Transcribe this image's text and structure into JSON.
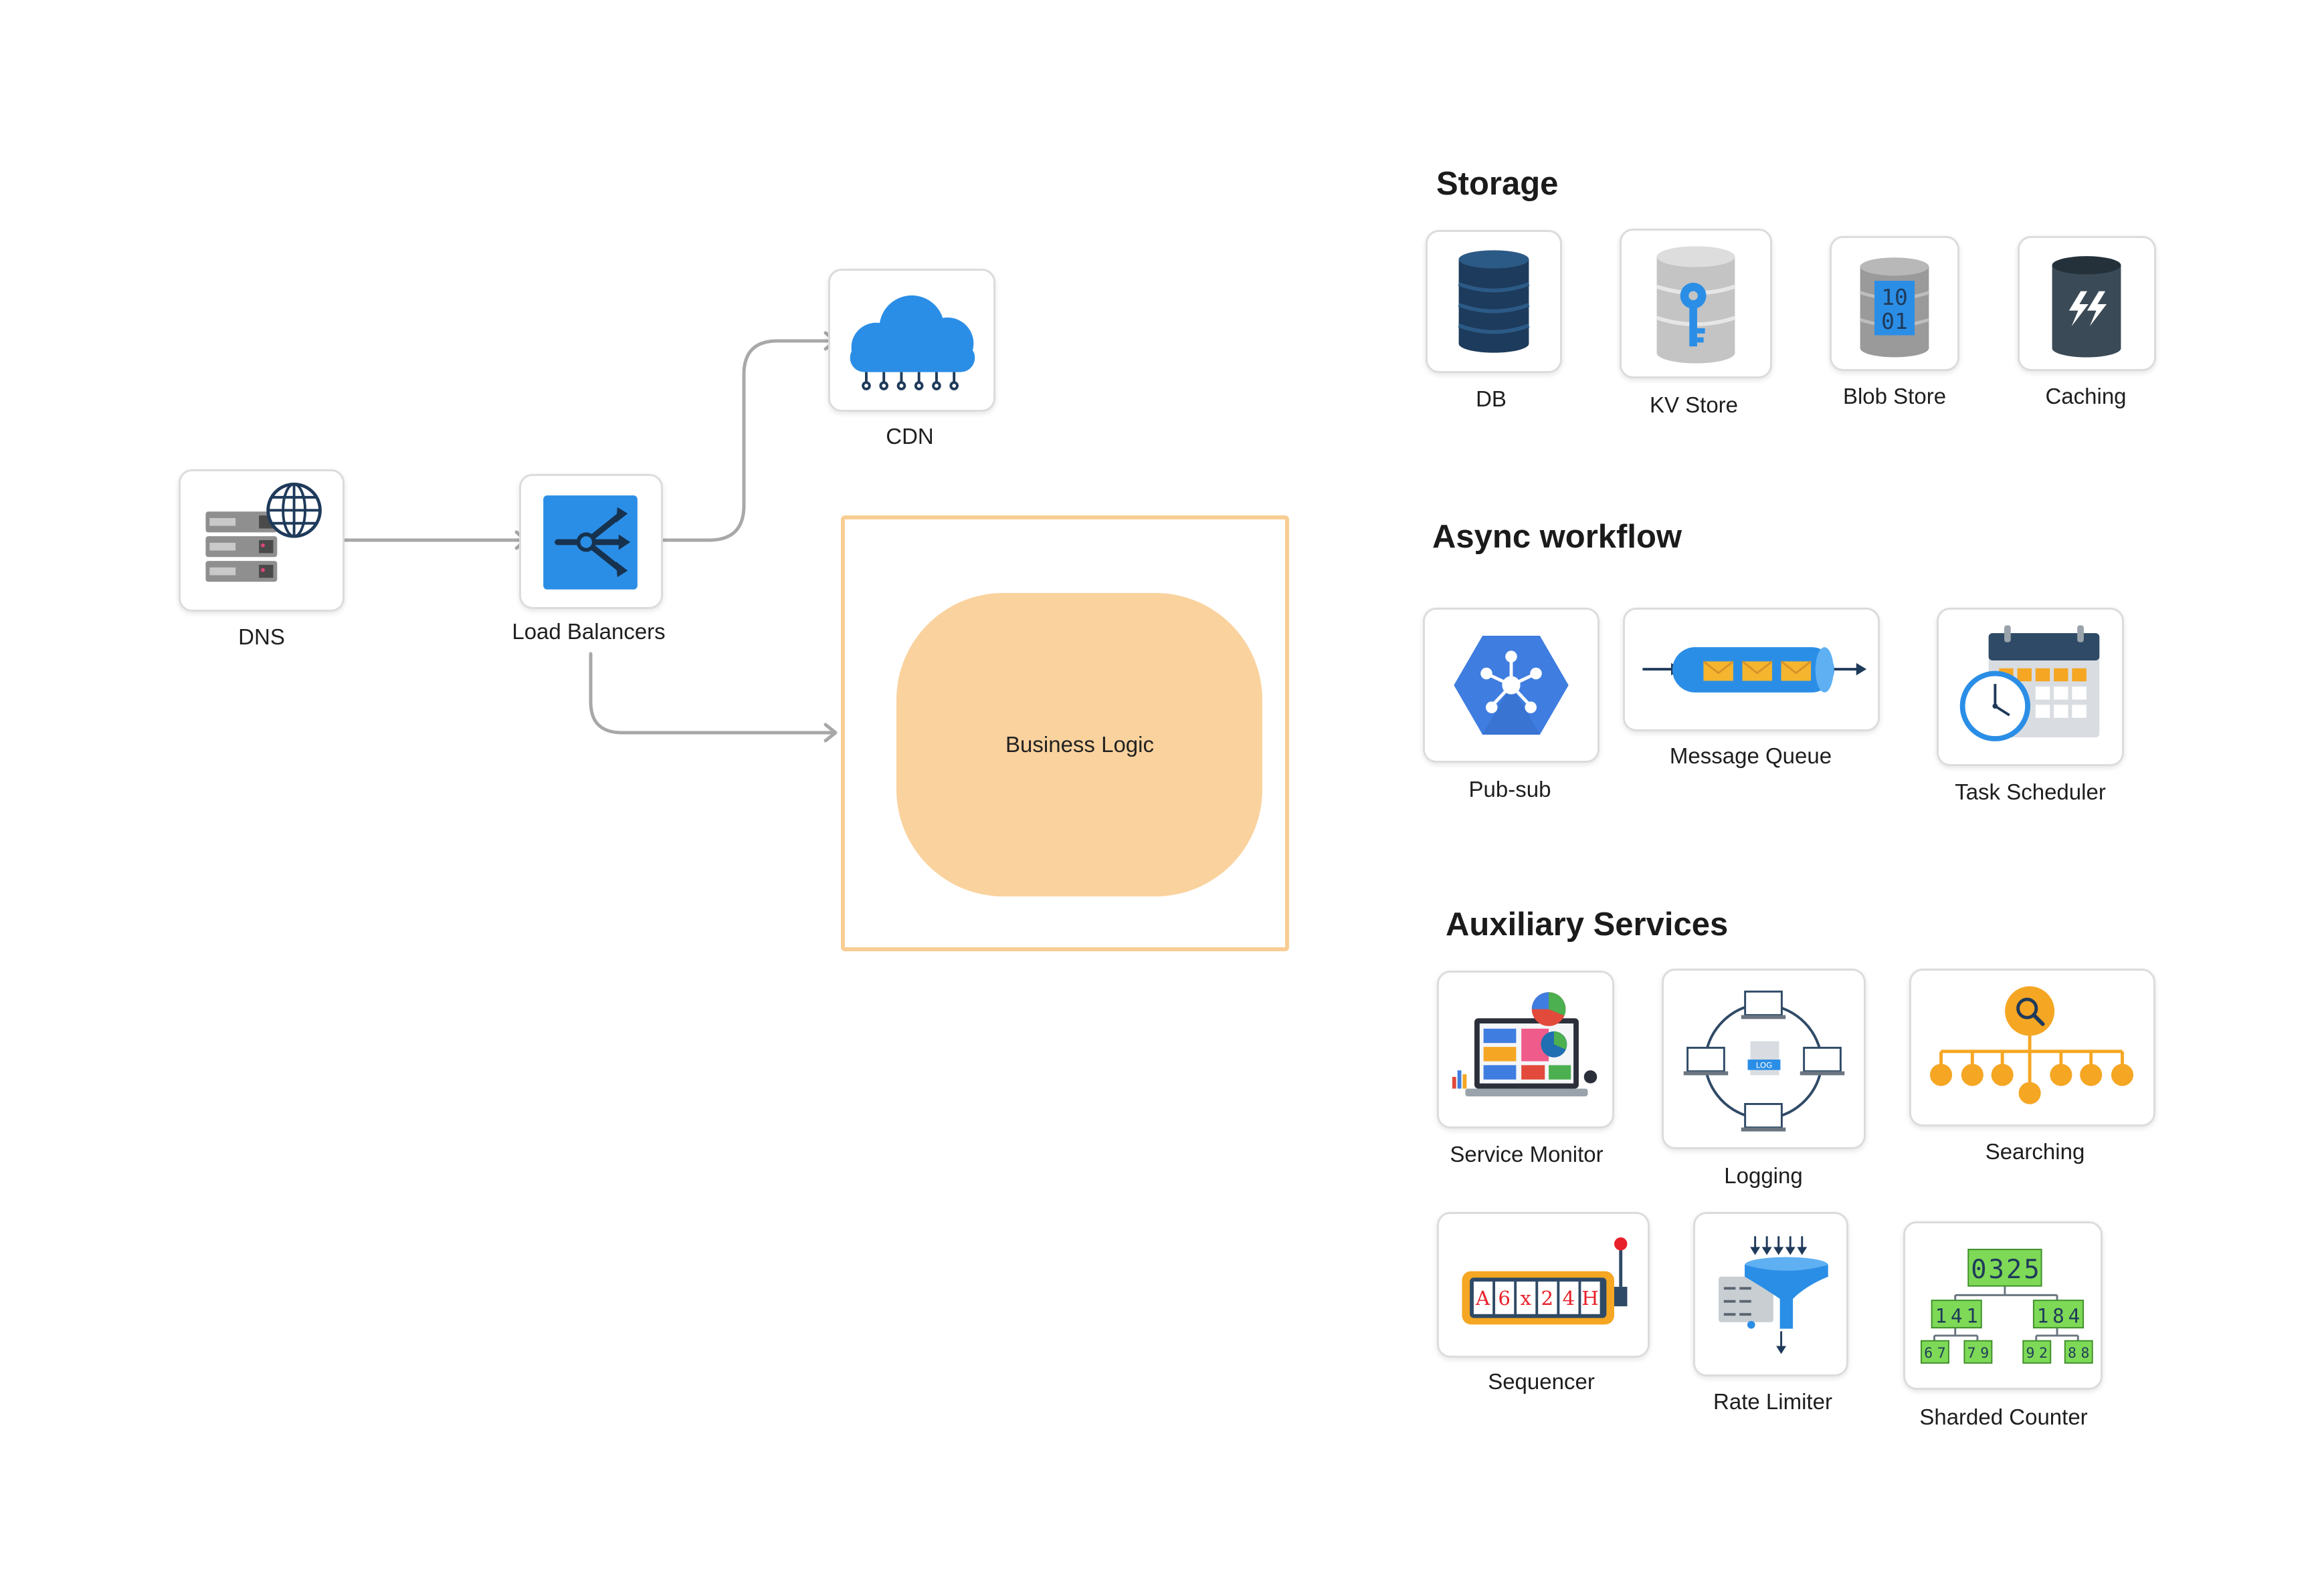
{
  "flow": {
    "dns_label": "DNS",
    "lb_label": "Load Balancers",
    "cdn_label": "CDN",
    "business_logic_label": "Business Logic"
  },
  "storage": {
    "heading": "Storage",
    "items": [
      {
        "label": "DB",
        "icon": "database-icon"
      },
      {
        "label": "KV Store",
        "icon": "kv-store-icon"
      },
      {
        "label": "Blob Store",
        "icon": "blob-store-icon"
      },
      {
        "label": "Caching",
        "icon": "cache-icon"
      }
    ],
    "blob_bits": [
      "10",
      "01"
    ]
  },
  "async": {
    "heading": "Async workflow",
    "items": [
      {
        "label": "Pub-sub",
        "icon": "pubsub-icon"
      },
      {
        "label": "Message Queue",
        "icon": "message-queue-icon"
      },
      {
        "label": "Task Scheduler",
        "icon": "task-scheduler-icon"
      }
    ]
  },
  "aux": {
    "heading": "Auxiliary Services",
    "items": [
      {
        "label": "Service Monitor",
        "icon": "monitor-dashboard-icon"
      },
      {
        "label": "Logging",
        "icon": "logging-icon"
      },
      {
        "label": "Searching",
        "icon": "search-tree-icon"
      },
      {
        "label": "Sequencer",
        "icon": "sequencer-icon"
      },
      {
        "label": "Rate Limiter",
        "icon": "funnel-icon"
      },
      {
        "label": "Sharded Counter",
        "icon": "sharded-counter-icon"
      }
    ],
    "logging_badge": "LOG",
    "sequencer_chars": [
      "A",
      "6",
      "x",
      "2",
      "4",
      "H"
    ],
    "counter_digits": {
      "top": [
        "0",
        "3",
        "2",
        "5"
      ],
      "middle_left": [
        "1",
        "4",
        "1"
      ],
      "middle_right": [
        "1",
        "8",
        "4"
      ],
      "bottom": [
        "6",
        "7",
        "7",
        "9",
        "9",
        "2",
        "8",
        "8"
      ]
    }
  },
  "colors": {
    "accent_orange": "#fad29e",
    "frame_orange": "#f8cd94",
    "connector_gray": "#a8a8a8",
    "card_border": "#dcdcdc",
    "blue": "#2b8ee6",
    "navy": "#1f3a5a"
  }
}
